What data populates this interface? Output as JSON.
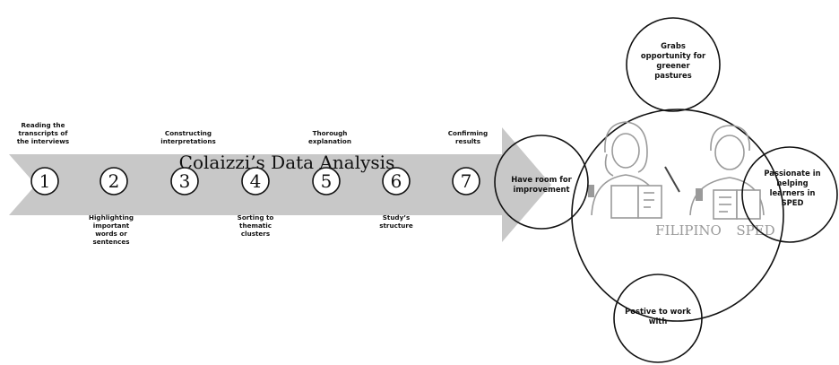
{
  "diagram": {
    "title": "Colaizzi’s Data Analysis",
    "steps": [
      {
        "number": "1",
        "label_lines": [
          "Reading the",
          "transcripts of",
          "the interviews"
        ]
      },
      {
        "number": "2",
        "label_lines": [
          "Highlighting",
          "important",
          "words or",
          "sentences"
        ]
      },
      {
        "number": "3",
        "label_lines": [
          "Constructing",
          "interpretations"
        ]
      },
      {
        "number": "4",
        "label_lines": [
          "Sorting to",
          "thematic",
          "clusters"
        ]
      },
      {
        "number": "5",
        "label_lines": [
          "Thorough",
          "explanation"
        ]
      },
      {
        "number": "6",
        "label_lines": [
          "Study’s",
          "structure"
        ]
      },
      {
        "number": "7",
        "label_lines": [
          "Confirming",
          "results"
        ]
      }
    ],
    "center": {
      "label_left": "FILIPINO",
      "label_right": "SPED"
    },
    "petals": {
      "top": [
        "Grabs",
        "opportunity for",
        "greener",
        "pastures"
      ],
      "left": [
        "Have room for",
        "improvement"
      ],
      "right": [
        "Passionate in",
        "helping",
        "learners in",
        "SPED"
      ],
      "bottom": [
        "Postive to work",
        "with"
      ]
    },
    "colors": {
      "arrow": "#c8c8c8",
      "stroke": "#111111",
      "center_text": "#9a9a9a"
    }
  }
}
